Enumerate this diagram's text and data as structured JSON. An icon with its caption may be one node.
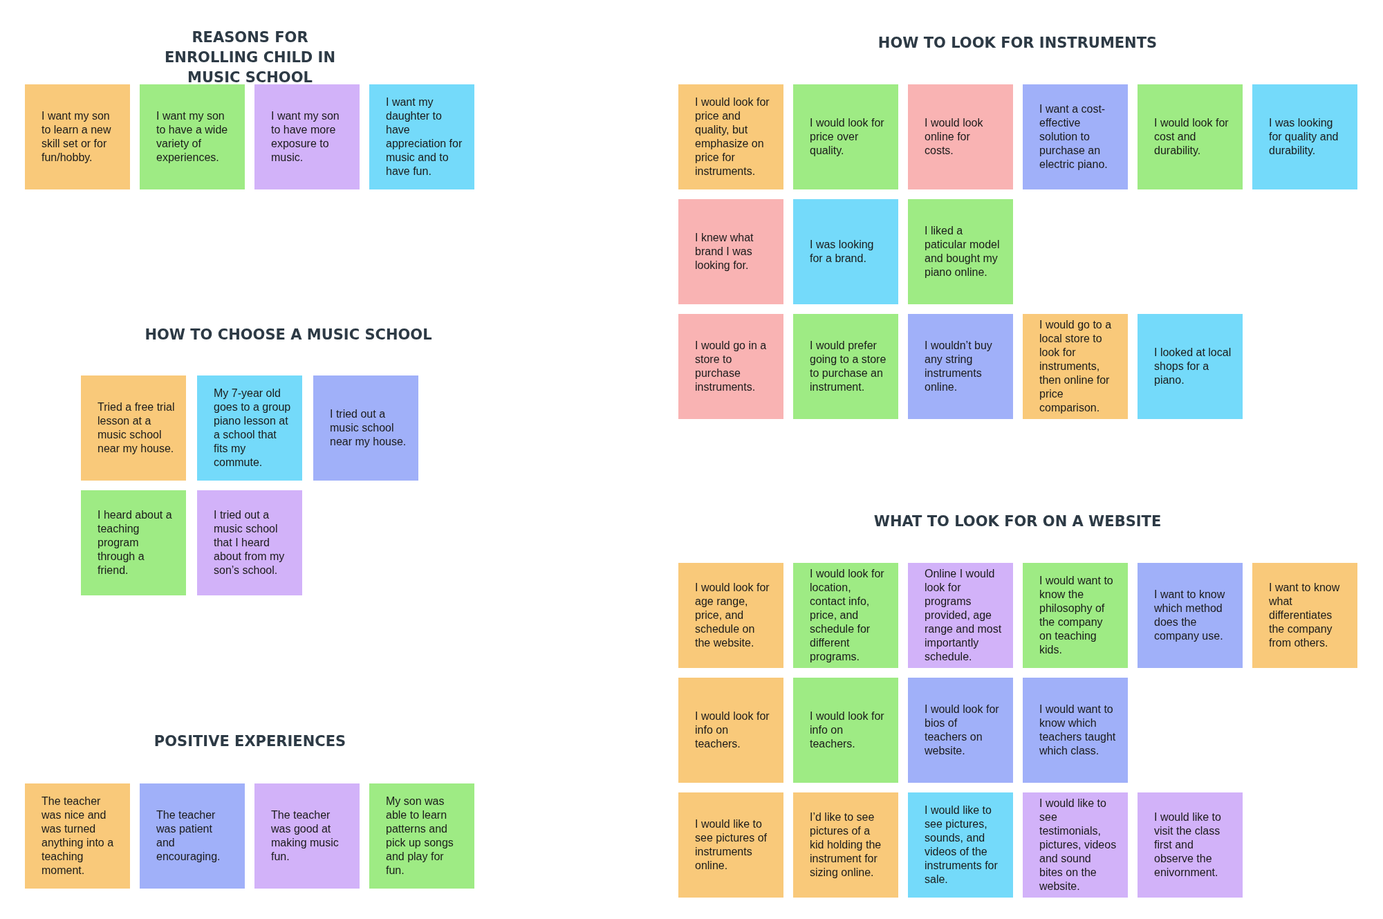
{
  "diagram": {
    "nodes": [
      {
        "text": [
          "REASONS FOR ENROLLING CHILD IN MUSIC SCHOOL"
        ]
      },
      {
        "text": [
          "I want my son to learn a new skill set or for fun/hobby."
        ],
        "in": 0
      },
      {
        "text": [
          "I want my son to have a wide variety of experiences."
        ],
        "in": 0
      },
      {
        "text": [
          "I want my son to have more exposure to music."
        ],
        "in": 0
      },
      {
        "text": [
          "I want my daughter to have appreciation for music and to have fun."
        ],
        "in": 0
      },
      {
        "text": [
          "HOW TO CHOOSE A MUSIC SCHOOL"
        ]
      },
      {
        "text": [
          "Tried a free trial lesson at a music school near my house."
        ],
        "in": 5
      },
      {
        "text": [
          "My 7-year old goes to a group piano lesson at a school that fits my commute."
        ],
        "in": 5
      },
      {
        "text": [
          "I tried out a music school near my house."
        ],
        "in": 5
      },
      {
        "text": [
          "I heard about a teaching program through a friend."
        ],
        "in": 5
      },
      {
        "text": [
          "I tried out a music school that I heard about from my son’s school."
        ],
        "in": 5
      },
      {
        "text": [
          "POSITIVE EXPERIENCES"
        ]
      },
      {
        "text": [
          "The teacher was nice and was turned anything into a teaching moment."
        ],
        "in": 11
      },
      {
        "text": [
          "The teacher was patient and encouraging."
        ],
        "in": 11
      },
      {
        "text": [
          "The teacher was good at making music fun."
        ],
        "in": 11
      },
      {
        "text": [
          "My son was able to learn patterns and pick up songs and play for fun."
        ],
        "in": 11
      },
      {
        "text": [
          "HOW TO LOOK FOR INSTRUMENTS"
        ]
      },
      {
        "text": [
          "I would look for price and quality, but emphasize on price for instruments."
        ],
        "in": 16
      },
      {
        "text": [
          "I would look for price over quality."
        ],
        "in": 16
      },
      {
        "text": [
          "I would look online for costs."
        ],
        "in": 16
      },
      {
        "text": [
          "I want a cost-effective solution to purchase an electric piano."
        ],
        "in": 16
      },
      {
        "text": [
          "I would look for cost and durability."
        ],
        "in": 16
      },
      {
        "text": [
          "I was looking for quality and durability."
        ],
        "in": 16
      },
      {
        "text": [
          "I knew what brand I was looking for."
        ],
        "in": 16
      },
      {
        "text": [
          "I was looking for a brand."
        ],
        "in": 16
      },
      {
        "text": [
          "I liked a paticular model and bought my piano online."
        ],
        "in": 16
      },
      {
        "text": [
          "I would go in a store to purchase instruments."
        ],
        "in": 16
      },
      {
        "text": [
          "I would prefer going to a store to purchase an instrument."
        ],
        "in": 16
      },
      {
        "text": [
          "I wouldn’t buy any string instruments online."
        ],
        "in": 16
      },
      {
        "text": [
          "I would go to a local store to look for instruments, then online for price comparison."
        ],
        "in": 16
      },
      {
        "text": [
          "I looked at local shops for a piano."
        ],
        "in": 16
      },
      {
        "text": [
          "WHAT TO LOOK FOR ON A WEBSITE"
        ]
      },
      {
        "text": [
          "I would look for age range, price, and schedule on the website."
        ],
        "in": 31
      },
      {
        "text": [
          "I would look for location, contact info, price, and schedule for different programs."
        ],
        "in": 31
      },
      {
        "text": [
          "Online I would look for programs provided, age range and most importantly schedule."
        ],
        "in": 31
      },
      {
        "text": [
          "I would want to know the philosophy of the company on teaching kids."
        ],
        "in": 31
      },
      {
        "text": [
          "I want to know which method does the company use."
        ],
        "in": 31
      },
      {
        "text": [
          "I want to know what differentiates the company from others."
        ],
        "in": 31
      },
      {
        "text": [
          "I would look for info on teachers."
        ],
        "in": 31
      },
      {
        "text": [
          "I would look for info on teachers."
        ],
        "in": 31
      },
      {
        "text": [
          "I would look for bios of teachers on website."
        ],
        "in": 31
      },
      {
        "text": [
          "I would want to know which teachers taught which class."
        ],
        "in": 31
      },
      {
        "text": [
          "I would like to see pictures of instruments online."
        ],
        "in": 31
      },
      {
        "text": [
          "I’d like to see pictures of a kid holding the instrument for sizing online."
        ],
        "in": 31
      },
      {
        "text": [
          "I would like to see pictures, sounds, and videos of the instruments for sale."
        ],
        "in": 31
      },
      {
        "text": [
          "I would like to see testimonials, pictures, videos and sound bites on the website."
        ],
        "in": 31
      },
      {
        "text": [
          "I would like to visit the class first and observe the enivornment."
        ],
        "in": 31
      }
    ]
  }
}
